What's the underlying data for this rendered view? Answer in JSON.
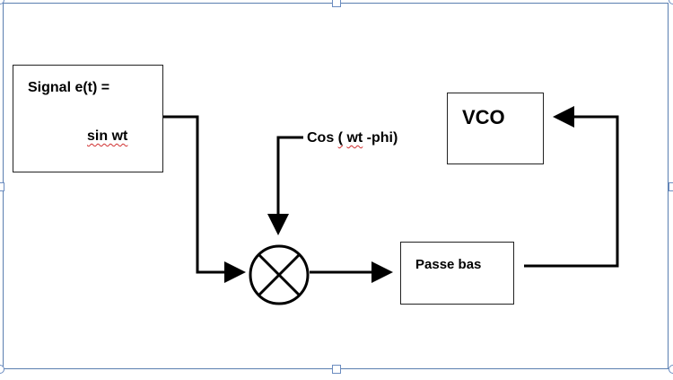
{
  "signal_block": {
    "line1": "Signal  e(t) =",
    "line2": "sin wt"
  },
  "phase_input": {
    "prefix": "Cos ",
    "bracket": "(",
    "space": " ",
    "wt": "wt",
    "rest": " -phi)"
  },
  "vco_block": {
    "label": "VCO"
  },
  "lowpass_block": {
    "label": "Passe bas"
  },
  "mixer": {
    "icon": "multiplier-circle-icon"
  }
}
